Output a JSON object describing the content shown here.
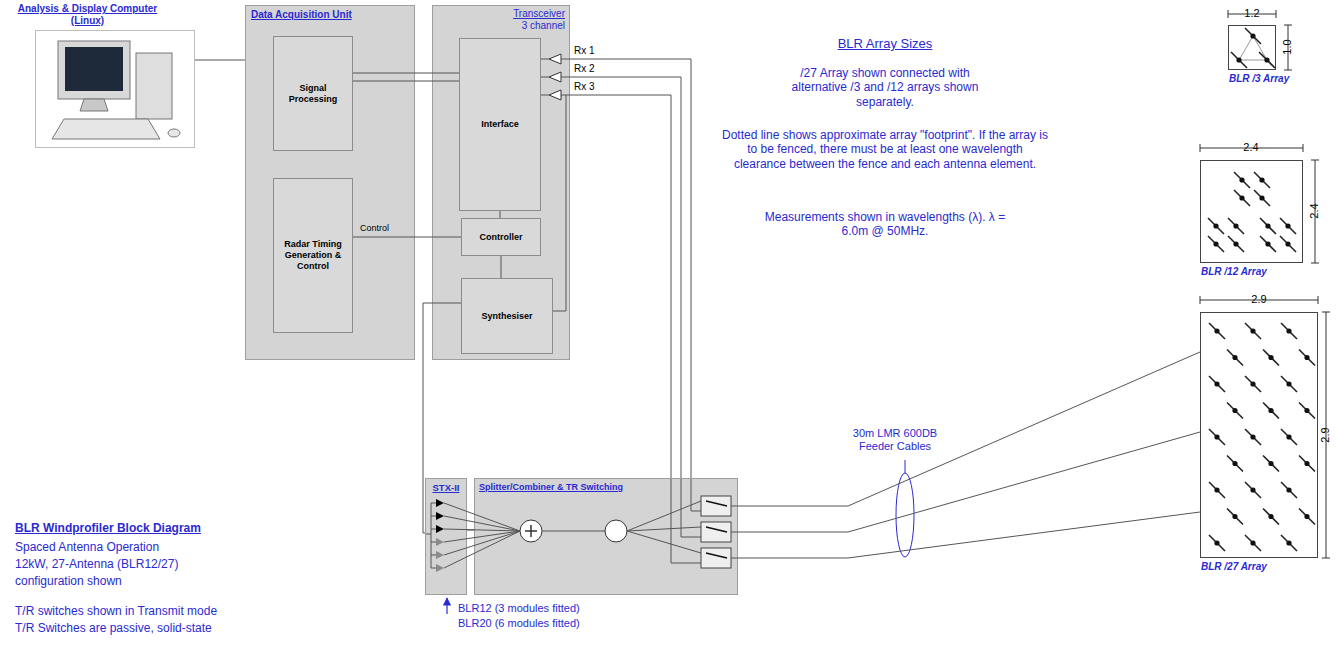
{
  "diagram": {
    "title": "BLR Windprofiler Block Diagram",
    "nodes": [
      {
        "text": [
          "Analysis & Display Computer (Linux)"
        ]
      },
      {
        "text": [
          "Data Acquisition Unit"
        ]
      },
      {
        "text": [
          "Signal Processing"
        ],
        "in": 1
      },
      {
        "text": [
          "Radar Timing Generation & Control"
        ],
        "in": 1
      },
      {
        "text": [
          "Transceiver",
          "3 channel"
        ]
      },
      {
        "text": [
          "Interface"
        ],
        "in": 4
      },
      {
        "text": [
          "Controller"
        ],
        "in": 4
      },
      {
        "text": [
          "Synthesiser"
        ],
        "in": 4
      },
      {
        "text": [
          "STX-II"
        ]
      },
      {
        "text": [
          "Splitter/Combiner & TR Switching"
        ]
      },
      {
        "text": [
          "BLR /27 Array"
        ]
      },
      {
        "text": [
          "BLR /3 Array"
        ]
      },
      {
        "text": [
          "BLR /12 Array"
        ]
      }
    ],
    "edges": [
      {
        "from": 0,
        "to": 1,
        "arrow": "none"
      },
      {
        "from": 2,
        "to": 5,
        "arrow": "none"
      },
      {
        "from": 3,
        "to": 6,
        "label": "Control",
        "arrow": "none"
      },
      {
        "from": 5,
        "to": 6,
        "arrow": "none"
      },
      {
        "from": 6,
        "to": 7,
        "arrow": "none"
      },
      {
        "from": 7,
        "to": 8,
        "arrow": "none"
      },
      {
        "from": 4,
        "to": 9,
        "arrow": "none"
      },
      {
        "from": 4,
        "to": 9,
        "arrow": "none"
      },
      {
        "from": 4,
        "to": 9,
        "arrow": "none"
      },
      {
        "from": 8,
        "to": 9,
        "arrow": "none"
      },
      {
        "from": 9,
        "to": 10,
        "arrow": "none"
      },
      {
        "from": 9,
        "to": 10,
        "arrow": "none"
      },
      {
        "from": 9,
        "to": 10,
        "arrow": "none"
      }
    ],
    "labels": [
      "Rx 1",
      "Rx 2",
      "Rx 3",
      "BLR Array Sizes",
      "/27 Array shown connected with alternative /3 and /12 arrays shown separately.",
      "Dotted line shows approximate array \"footprint\". If the array is to be fenced, there must be at least one wavelength clearance between the fence and each antenna element.",
      "Measurements shown in wavelengths (λ). λ = 6.0m @ 50MHz.",
      "1.2",
      "1.0",
      "2.4",
      "2.4",
      "2.9",
      "2.9",
      "30m LMR 600DB Feeder Cables",
      "BLR12 (3 modules fitted)",
      "BLR20 (6 modules fitted)",
      "Spaced Antenna Operation",
      "12kW, 27-Antenna (BLR12/27)",
      "configuration shown",
      "T/R switches shown in Transmit mode",
      "T/R Switches are passive, solid-state"
    ]
  }
}
